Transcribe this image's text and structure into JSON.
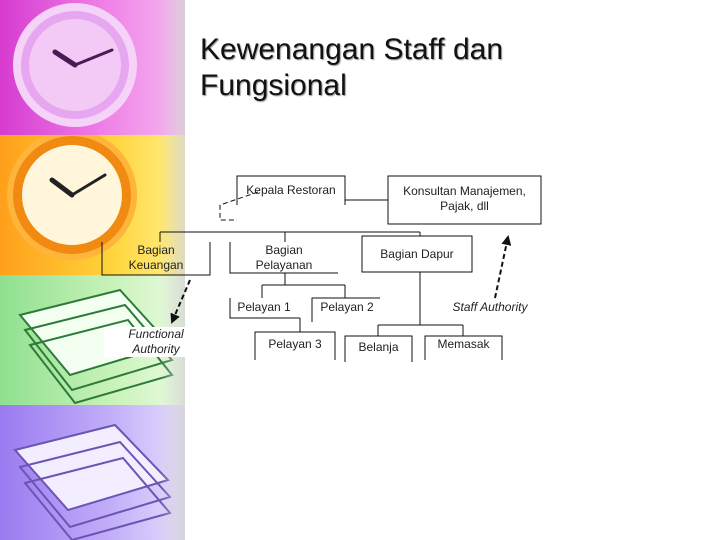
{
  "slide": {
    "title": "Kewenangan Staff dan\nFungsional"
  },
  "diagram": {
    "nodes": {
      "kepala_restoran": "Kepala  Restoran",
      "konsultan": "Konsultan Manajemen,\nPajak, dll",
      "bagian_keuangan": "Bagian\nKeuangan",
      "bagian_pelayanan": "Bagian\nPelayanan",
      "bagian_dapur": "Bagian Dapur",
      "pelayan_1": "Pelayan 1",
      "pelayan_2": "Pelayan 2",
      "pelayan_3": "Pelayan 3",
      "belanja": "Belanja",
      "memasak": "Memasak",
      "functional_authority": "Functional\nAuthority",
      "staff_authority": "Staff Authority"
    }
  },
  "decor": {
    "panel_icons": [
      "clock-icon",
      "clock-icon",
      "papers-icon",
      "papers-icon"
    ]
  }
}
